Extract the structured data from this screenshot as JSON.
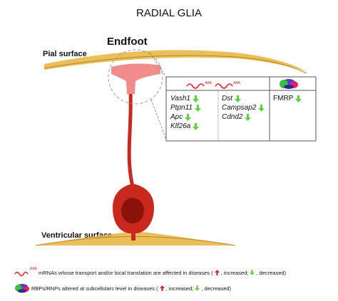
{
  "title": "RADIAL GLIA",
  "labels": {
    "endfoot": "Endfoot",
    "pial_surface": "Pial surface",
    "ventricular_surface": "Ventricular surface"
  },
  "mrna_header": {
    "poly_a_1": "AAA",
    "poly_a_2": "AAA"
  },
  "mrna_column_1": [
    "Vash1",
    "Ptpn11",
    "Apc",
    "Klf26a"
  ],
  "mrna_column_2": [
    "Dst",
    "Campsap2",
    "Cdnd2"
  ],
  "rbp_column": [
    "FMRP"
  ],
  "legend": {
    "mrna_tail": "AAA",
    "mrna_text_1": "mRNAs whose transport and/or local translation are affected in diseases (",
    "mrna_text_2": ", increased; ",
    "mrna_text_3": ", decreased)",
    "rbp_text_1": "RBPs/RNPs altered  at subcellulars level in diseases (",
    "rbp_text_2": ", increased; ",
    "rbp_text_3": ", decreased)"
  },
  "colors": {
    "surface_gold": "#e6b43c",
    "cell_red": "#c8281e",
    "endfoot_pink": "#f08c8c",
    "arrow_down_green": "#5fd23c",
    "arrow_up_red": "#e02020"
  }
}
